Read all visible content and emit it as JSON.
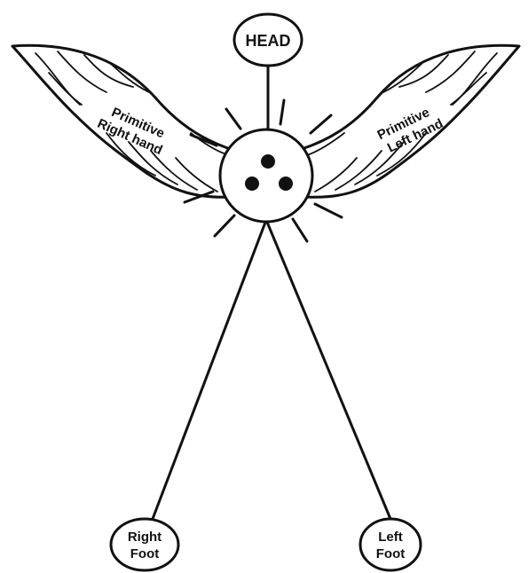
{
  "diagram": {
    "nodes": {
      "head": "HEAD",
      "right_foot": [
        "Right",
        "Foot"
      ],
      "left_foot": [
        "Left",
        "Foot"
      ]
    },
    "wings": {
      "right_hand": [
        "Primitive",
        "Right hand"
      ],
      "left_hand": [
        "Primitive",
        "Left hand"
      ]
    },
    "center": {
      "dots": 3
    }
  }
}
